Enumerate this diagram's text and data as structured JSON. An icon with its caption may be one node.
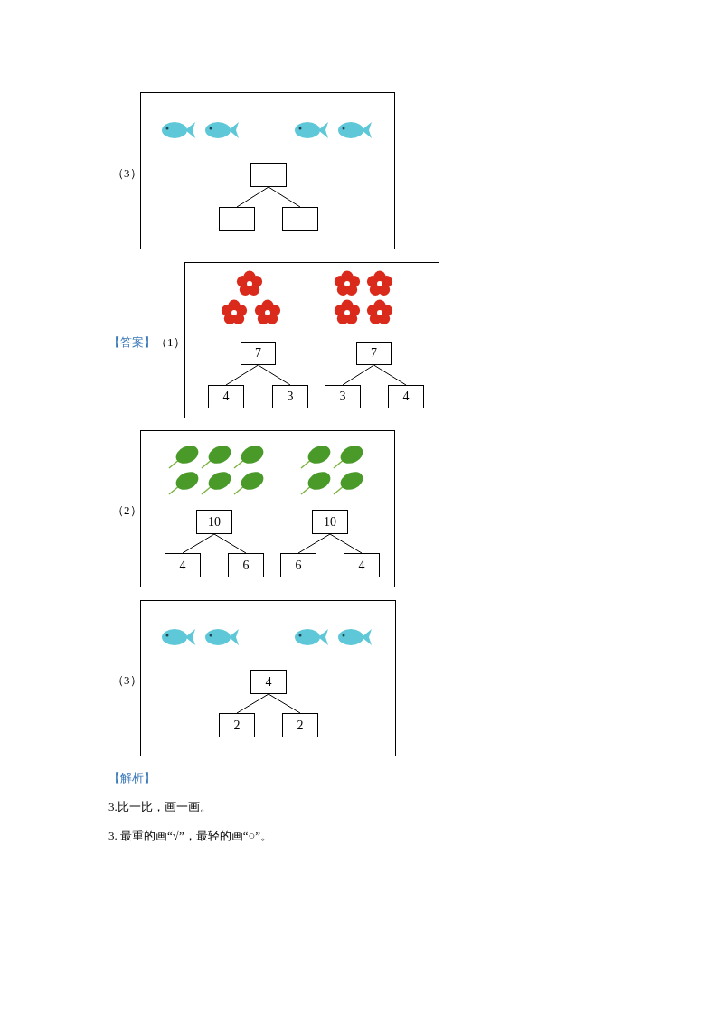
{
  "diagram": {
    "nodes": [
      {
        "text": [],
        "shape": "box",
        "beside": [
          "（3）"
        ]
      },
      {
        "text": [],
        "shape": "box",
        "in": 0
      },
      {
        "text": [],
        "shape": "box",
        "in": 0
      },
      {
        "text": [],
        "shape": "box",
        "in": 0
      },
      {
        "text": [],
        "shape": "box",
        "beside": [
          "【答案】",
          "（1）"
        ]
      },
      {
        "text": [
          "7"
        ],
        "in": 4
      },
      {
        "text": [
          "4"
        ],
        "in": 4
      },
      {
        "text": [
          "3"
        ],
        "in": 4
      },
      {
        "text": [
          "7"
        ],
        "in": 4
      },
      {
        "text": [
          "3"
        ],
        "in": 4
      },
      {
        "text": [
          "4"
        ],
        "in": 4
      },
      {
        "text": [],
        "shape": "box",
        "beside": [
          "（2）"
        ]
      },
      {
        "text": [
          "10"
        ],
        "in": 11
      },
      {
        "text": [
          "4"
        ],
        "in": 11
      },
      {
        "text": [
          "6"
        ],
        "in": 11
      },
      {
        "text": [
          "10"
        ],
        "in": 11
      },
      {
        "text": [
          "6"
        ],
        "in": 11
      },
      {
        "text": [
          "4"
        ],
        "in": 11
      },
      {
        "text": [],
        "shape": "box",
        "beside": [
          "（3）"
        ]
      },
      {
        "text": [
          "4"
        ],
        "in": 18
      },
      {
        "text": [
          "2"
        ],
        "in": 18
      },
      {
        "text": [
          "2"
        ],
        "in": 18
      }
    ],
    "edges": [
      {
        "from": 1,
        "to": 2,
        "arrow": "none"
      },
      {
        "from": 1,
        "to": 3,
        "arrow": "none"
      },
      {
        "from": 5,
        "to": 6,
        "arrow": "none"
      },
      {
        "from": 5,
        "to": 7,
        "arrow": "none"
      },
      {
        "from": 8,
        "to": 9,
        "arrow": "none"
      },
      {
        "from": 8,
        "to": 10,
        "arrow": "none"
      },
      {
        "from": 12,
        "to": 13,
        "arrow": "none"
      },
      {
        "from": 12,
        "to": 14,
        "arrow": "none"
      },
      {
        "from": 15,
        "to": 16,
        "arrow": "none"
      },
      {
        "from": 15,
        "to": 17,
        "arrow": "none"
      },
      {
        "from": 19,
        "to": 20,
        "arrow": "none"
      },
      {
        "from": 19,
        "to": 21,
        "arrow": "none"
      }
    ],
    "labels": [
      "【解析】",
      "3.比一比，画一画。",
      "3.  最重的画“√”，最轻的画“○”。"
    ]
  }
}
